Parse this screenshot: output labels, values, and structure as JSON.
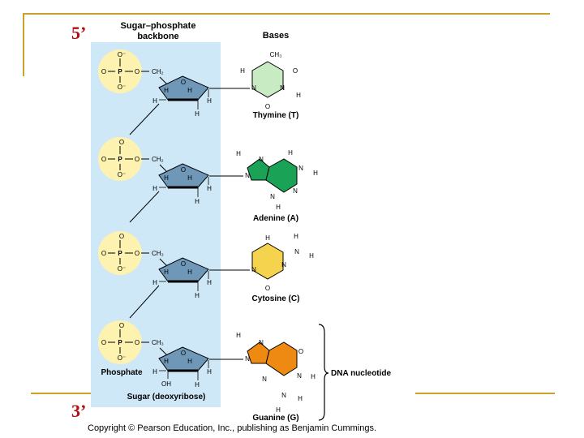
{
  "slide": {
    "label_5prime": "5’",
    "label_3prime": "3’",
    "copyright": "Copyright © Pearson Education, Inc., publishing as Benjamin Cummings."
  },
  "headers": {
    "backbone": [
      "Sugar–phosphate",
      "backbone"
    ],
    "bases": "Bases"
  },
  "phosphate": {
    "O": "O",
    "O_minus": "O⁻",
    "P": "P"
  },
  "sugar_atoms": {
    "O": "O",
    "H": "H",
    "OH": "OH"
  },
  "links": [
    "CH₂",
    "CH₂",
    "CH₃",
    "CH₃"
  ],
  "bases": [
    {
      "name": "Thymine (T)",
      "color": "#c9ebc4"
    },
    {
      "name": "Adenine (A)",
      "color": "#1aa257"
    },
    {
      "name": "Cytosine (C)",
      "color": "#f5d34e"
    },
    {
      "name": "Guanine (G)",
      "color": "#ee8a12"
    }
  ],
  "base_atoms": {
    "N": "N",
    "H": "H",
    "O": "O",
    "CH3": "CH₃"
  },
  "labels": {
    "phosphate": "Phosphate",
    "sugar": "Sugar (deoxyribose)",
    "nucleotide": "DNA nucleotide"
  },
  "colors": {
    "backbone_panel": "#cfe8f7",
    "phosphate_circle": "#fdf2b0",
    "sugar_ring": "#6f98b8",
    "accent_rule": "#c9a227",
    "end_label": "#b01010"
  }
}
